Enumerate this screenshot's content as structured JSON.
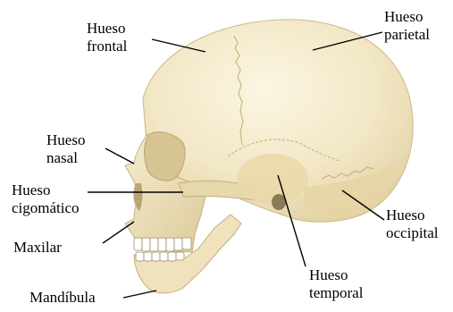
{
  "colors": {
    "bone_light": "#f8f1d6",
    "bone_mid": "#efe2bd",
    "bone_shadow": "#d9c796",
    "bone_dark": "#b9a56f",
    "suture": "#c8b582",
    "leader_line": "#000000",
    "cavity": "#8a7a55"
  },
  "labels": {
    "frontal": {
      "line1": "Hueso",
      "line2": "frontal"
    },
    "parietal": {
      "line1": "Hueso",
      "line2": "parietal"
    },
    "nasal": {
      "line1": "Hueso",
      "line2": "nasal"
    },
    "cigomatico": {
      "line1": "Hueso",
      "line2": "cigomático"
    },
    "maxilar": {
      "line1": "Maxilar"
    },
    "mandibula": {
      "line1": "Mandíbula"
    },
    "occipital": {
      "line1": "Hueso",
      "line2": "occipital"
    },
    "temporal": {
      "line1": "Hueso",
      "line2": "temporal"
    }
  }
}
